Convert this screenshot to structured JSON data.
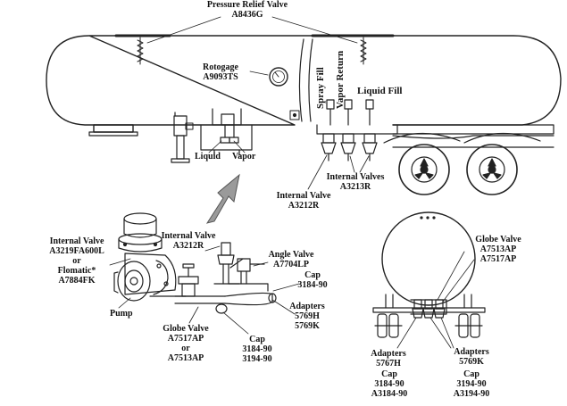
{
  "labels": {
    "pressure_relief_valve": "Pressure Relief Valve",
    "pressure_relief_part": "A8436G",
    "rotogage": "Rotogage",
    "rotogage_part": "A9093TS",
    "spray_fill": "Spray Fill",
    "vapor_return": "Vapor Return",
    "liquid_fill": "Liquid Fill",
    "liquid": "Liquid",
    "vapor": "Vapor",
    "internal_valves": "Internal Valves",
    "internal_valves_part": "A3213R",
    "internal_valve_a": "Internal Valve",
    "internal_valve_a_part": "A3212R",
    "internal_valve_b": "Internal Valve",
    "internal_valve_b_part": "A3212R",
    "internal_valve_left": "Internal Valve",
    "internal_valve_left_part": "A3219FA600L",
    "internal_valve_left_or": "or",
    "flomatic": "Flomatic*",
    "flomatic_part": "A7884FK",
    "pump": "Pump",
    "angle_valve": "Angle Valve",
    "angle_valve_part": "A7704LP",
    "cap_top": "Cap",
    "cap_top_part": "3184-90",
    "adapters_mid": "Adapters",
    "adapters_mid_p1": "5769H",
    "adapters_mid_p2": "5769K",
    "globe_valve_left": "Globe Valve",
    "globe_valve_left_p1": "A7517AP",
    "globe_valve_left_or": "or",
    "globe_valve_left_p2": "A7513AP",
    "cap_mid": "Cap",
    "cap_mid_p1": "3184-90",
    "cap_mid_p2": "3194-90",
    "globe_valve_right": "Globe Valve",
    "globe_valve_right_p1": "A7513AP",
    "globe_valve_right_p2": "A7517AP",
    "adapters_left": "Adapters",
    "adapters_left_part": "5767H",
    "cap_left": "Cap",
    "cap_left_p1": "3184-90",
    "cap_left_p2": "A3184-90",
    "adapters_right": "Adapters",
    "adapters_right_part": "5769K",
    "cap_right": "Cap",
    "cap_right_p1": "3194-90",
    "cap_right_p2": "A3194-90"
  },
  "gauge_reading": "0"
}
